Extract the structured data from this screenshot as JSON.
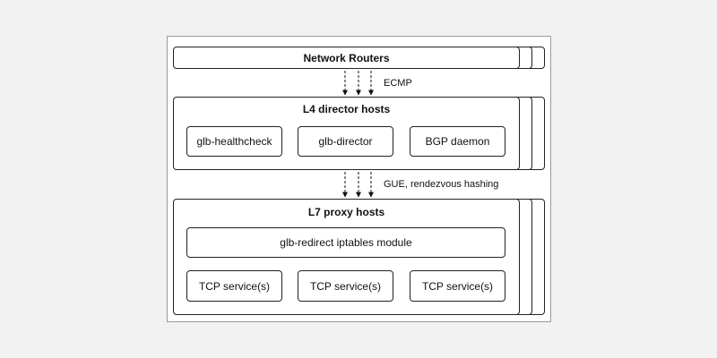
{
  "diagram": {
    "routers": {
      "title": "Network Routers"
    },
    "edge_ecmp": {
      "label": "ECMP"
    },
    "director": {
      "title": "L4 director hosts",
      "components": [
        "glb-healthcheck",
        "glb-director",
        "BGP daemon"
      ]
    },
    "edge_gue": {
      "label": "GUE, rendezvous hashing"
    },
    "proxy": {
      "title": "L7 proxy hosts",
      "module": "glb-redirect iptables module",
      "services": [
        "TCP service(s)",
        "TCP service(s)",
        "TCP service(s)"
      ]
    }
  },
  "colors": {
    "background": "#f2f2f2",
    "frame_border": "#9a9a9a",
    "stroke": "#222222"
  }
}
